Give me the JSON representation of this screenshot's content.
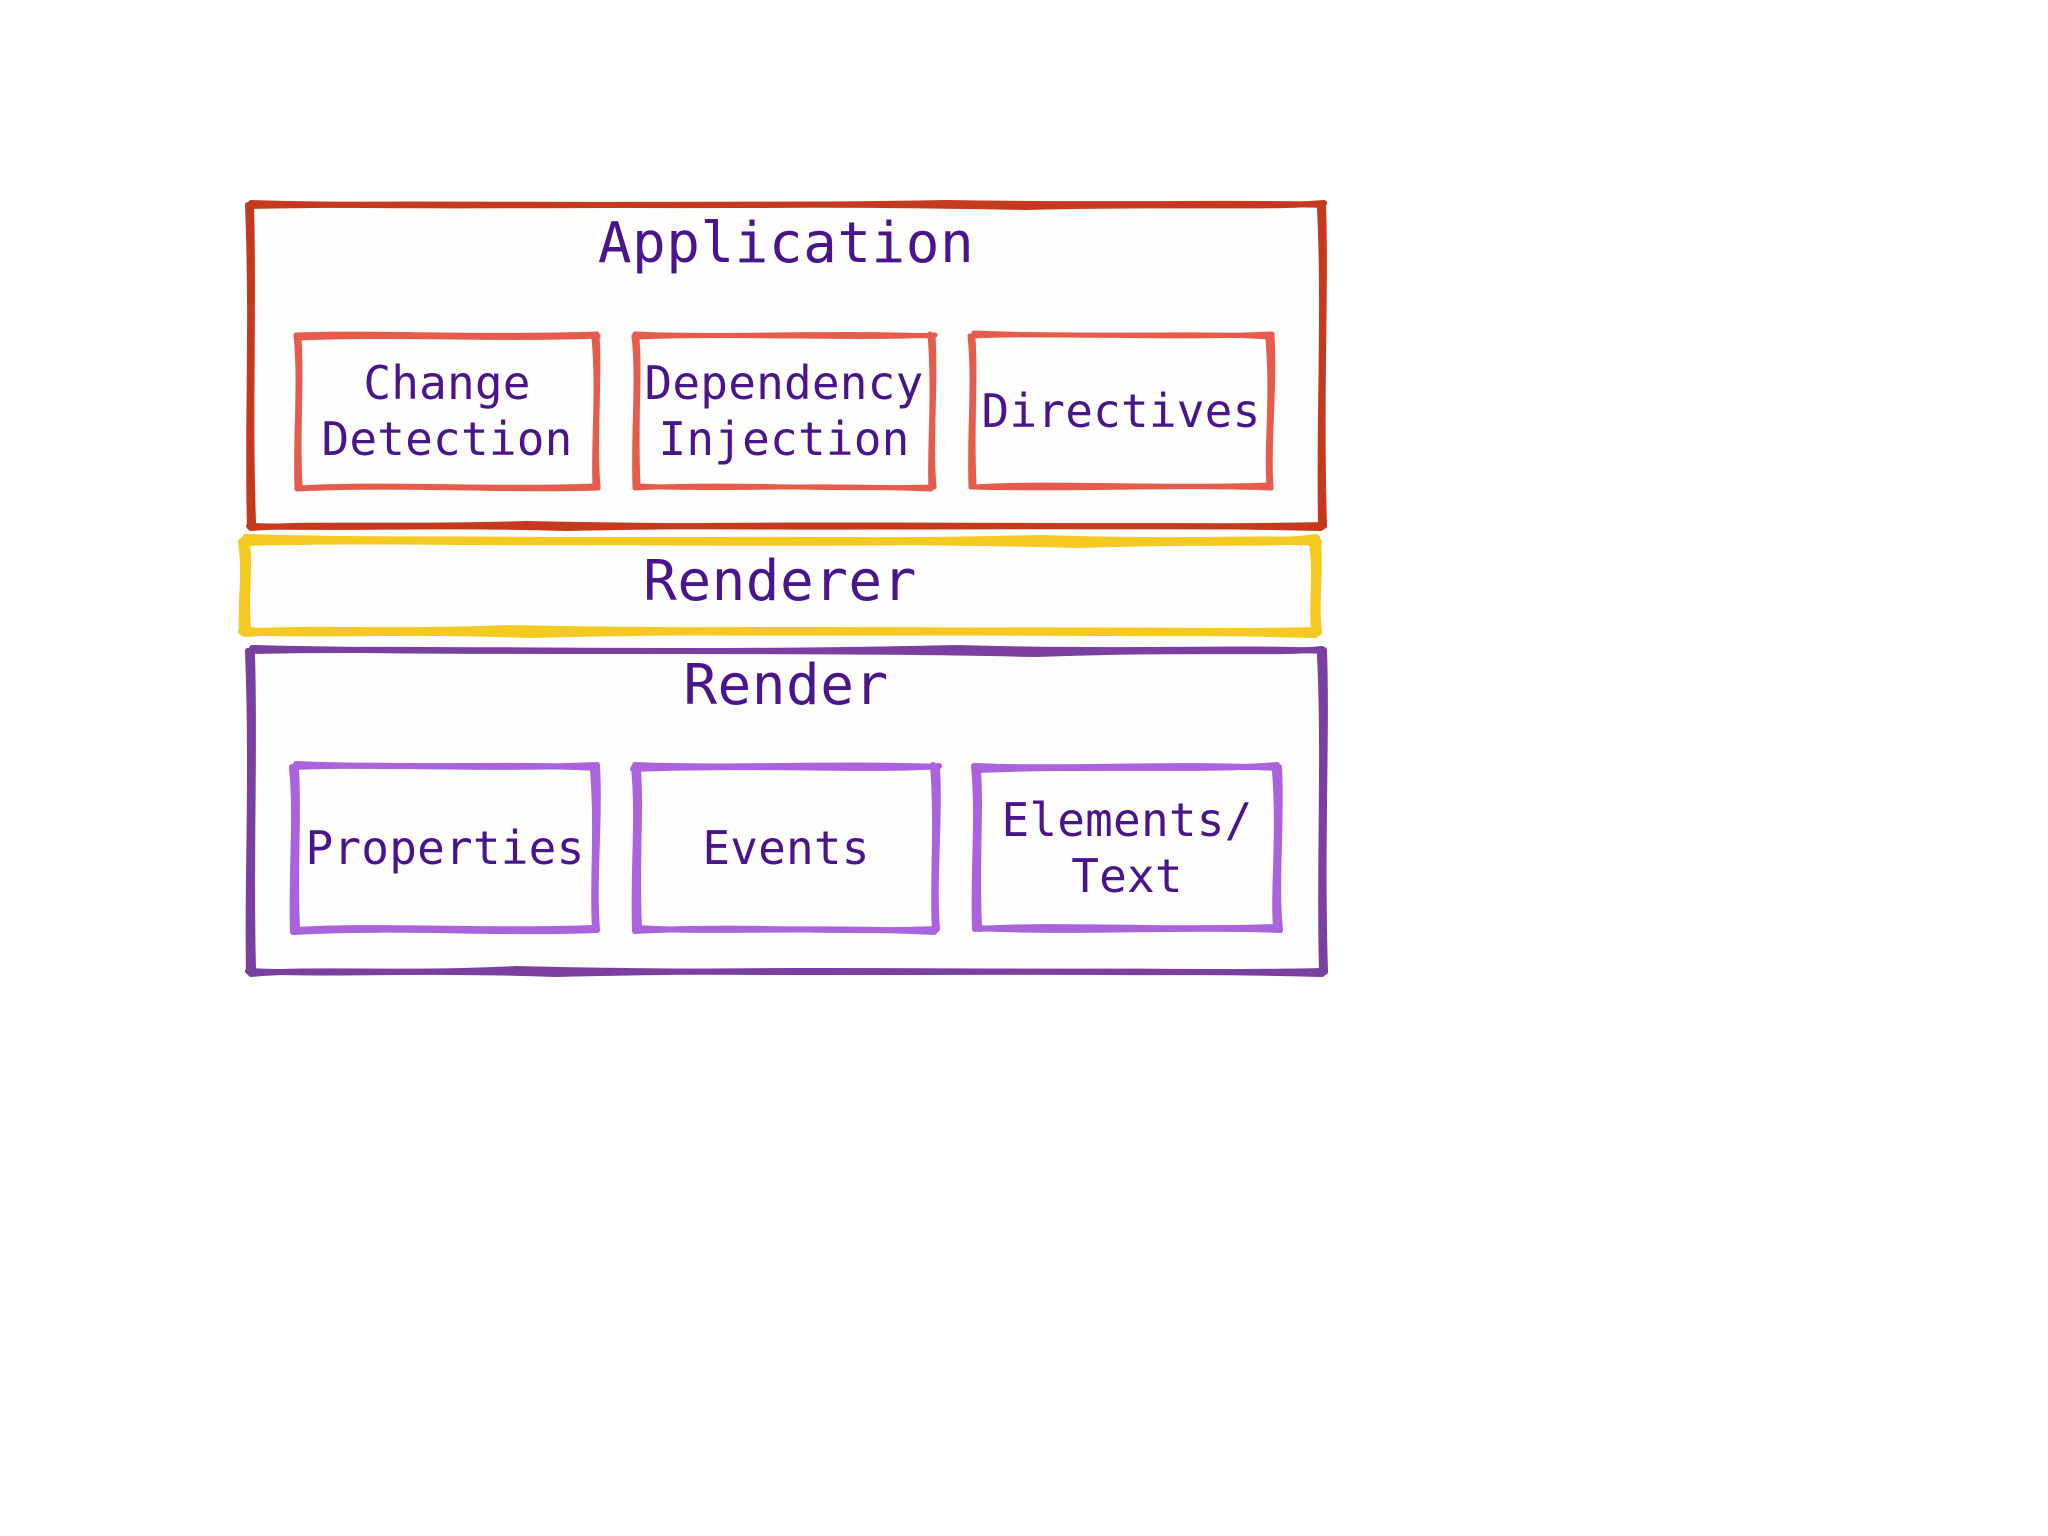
{
  "diagram": {
    "title": "Angular Application / Renderer / Render layers",
    "background_color": "#ffffff",
    "text_color": "#4a148c"
  },
  "layers": [
    {
      "id": "application",
      "label": "Application",
      "border_color": "#c53a1d",
      "fill_color": "#fdfdfb",
      "children": [
        {
          "id": "change-detection",
          "label": "Change\nDetection",
          "border_color": "#e55b4d"
        },
        {
          "id": "dependency-injection",
          "label": "Dependency\nInjection",
          "border_color": "#e55b4d"
        },
        {
          "id": "directives",
          "label": "Directives",
          "border_color": "#e55b4d"
        }
      ]
    },
    {
      "id": "renderer",
      "label": "Renderer",
      "border_color": "#f4c922",
      "fill_color": "#fdfdfb",
      "children": []
    },
    {
      "id": "render",
      "label": "Render",
      "border_color": "#7b3fa0",
      "fill_color": "#fdfdfb",
      "children": [
        {
          "id": "properties",
          "label": "Properties",
          "border_color": "#ab63dd"
        },
        {
          "id": "events",
          "label": "Events",
          "border_color": "#ab63dd"
        },
        {
          "id": "elements-text",
          "label": "Elements/\nText",
          "border_color": "#ab63dd"
        }
      ]
    }
  ]
}
